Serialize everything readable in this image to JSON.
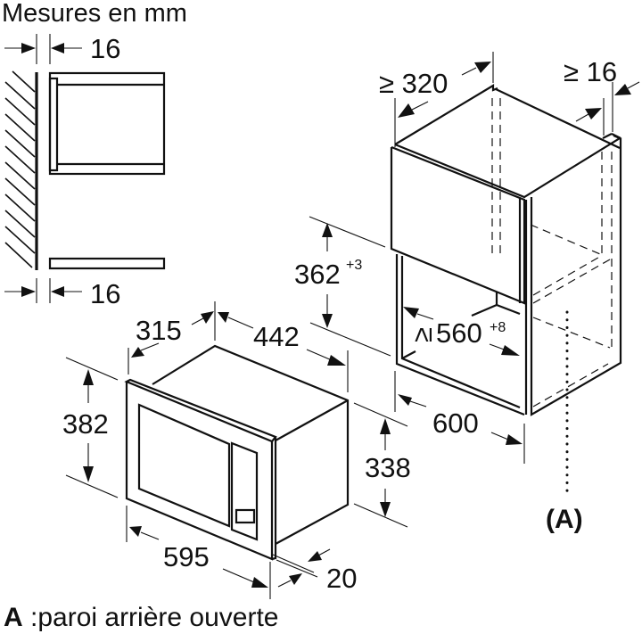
{
  "title": "Mesures en mm",
  "side_view": {
    "top_gap": "16",
    "bottom_gap": "16"
  },
  "cabinet": {
    "depth": "≥ 320",
    "side_gap": "≥ 16",
    "niche_height": "362",
    "niche_height_tol": "+3",
    "niche_width_prefix": "≥ 560",
    "niche_width_tol": "+8",
    "cabinet_width": "600",
    "rear_label": "(A)"
  },
  "appliance": {
    "depth_top": "315",
    "depth_body": "442",
    "front_height": "382",
    "body_height": "338",
    "front_width": "595",
    "frame_depth": "20"
  },
  "legend": {
    "key": "A",
    "text": " :paroi arrière ouverte"
  }
}
